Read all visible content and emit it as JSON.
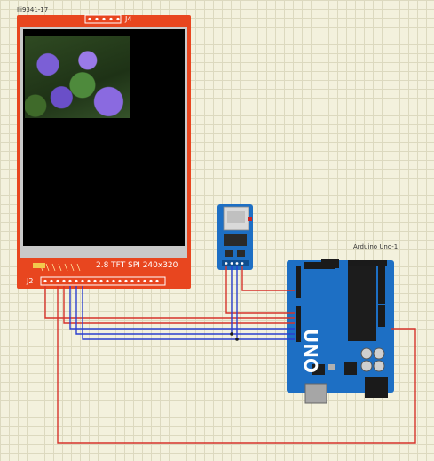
{
  "tft": {
    "part_label": "Ili9341-17",
    "connector_top": "J4",
    "connector_bottom": "J2",
    "title": "2.8 TFT SPI 240x320"
  },
  "arduino": {
    "part_label": "Arduino Uno-1",
    "logo": "UNO"
  },
  "colors": {
    "tft_board": "#e8461f",
    "arduino_board": "#1d6fc4",
    "wire_red": "#d6332b",
    "wire_blue": "#2b3fcf",
    "sd_board": "#1d6fc4"
  }
}
